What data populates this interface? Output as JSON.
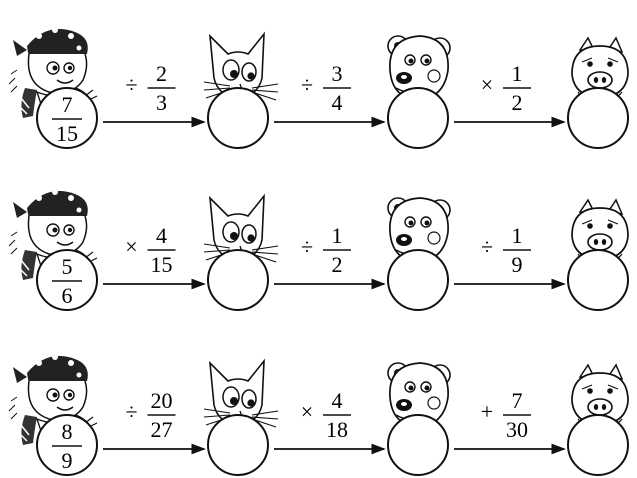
{
  "rows": [
    {
      "start": {
        "num": "7",
        "den": "15"
      },
      "ops": [
        {
          "op": "÷",
          "num": "2",
          "den": "3"
        },
        {
          "op": "÷",
          "num": "3",
          "den": "4"
        },
        {
          "op": "×",
          "num": "1",
          "den": "2"
        }
      ]
    },
    {
      "start": {
        "num": "5",
        "den": "6"
      },
      "ops": [
        {
          "op": "×",
          "num": "4",
          "den": "15"
        },
        {
          "op": "÷",
          "num": "1",
          "den": "2"
        },
        {
          "op": "÷",
          "num": "1",
          "den": "9"
        }
      ]
    },
    {
      "start": {
        "num": "8",
        "den": "9"
      },
      "ops": [
        {
          "op": "÷",
          "num": "20",
          "den": "27"
        },
        {
          "op": "×",
          "num": "4",
          "den": "18"
        },
        {
          "op": "+",
          "num": "7",
          "den": "30"
        }
      ]
    }
  ],
  "characters": [
    "boy-icon",
    "cat-icon",
    "bear-icon",
    "pig-icon"
  ]
}
